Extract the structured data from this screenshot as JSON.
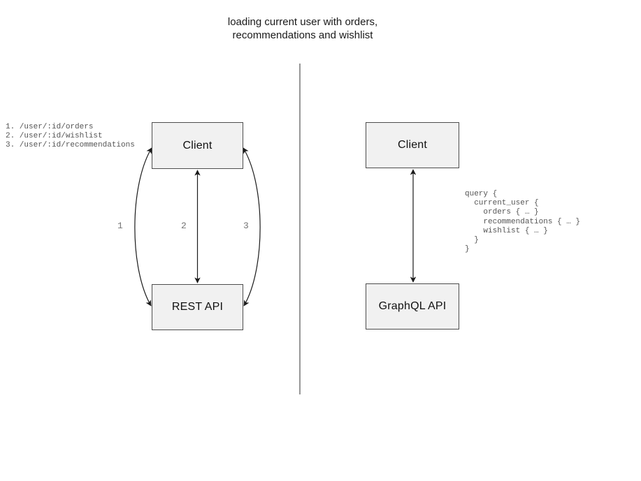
{
  "title": {
    "line1": "loading current user with orders,",
    "line2": "recommendations and wishlist"
  },
  "rest_panel": {
    "endpoints": [
      "1. /user/:id/orders",
      "2. /user/:id/wishlist",
      "3. /user/:id/recommendations"
    ],
    "client_box": "Client",
    "api_box": "REST API",
    "arrow_labels": [
      "1",
      "2",
      "3"
    ]
  },
  "graphql_panel": {
    "client_box": "Client",
    "api_box": "GraphQL API",
    "query_lines": [
      "query {",
      "  current_user {",
      "    orders { … }",
      "    recommendations { … }",
      "    wishlist { … }",
      "  }",
      "}"
    ]
  },
  "colors": {
    "background": "#ffffff",
    "box_fill": "#f1f1f1",
    "box_border": "#4d4d4d",
    "arrow": "#1a1a1a",
    "divider": "#6b6b6b",
    "code_text": "#555555",
    "arrow_label_text": "#757575",
    "title_text": "#1a1a1a"
  }
}
